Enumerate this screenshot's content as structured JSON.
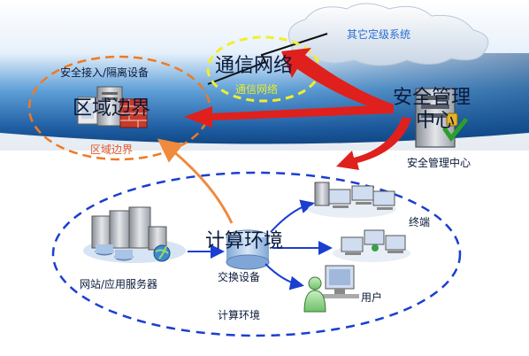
{
  "labels": {
    "other_systems": "其它定级系统",
    "comm_network_big": "通信网络",
    "comm_network_small": "通信网络",
    "security_center_big_line1": "安全管理",
    "security_center_big_line2": "中心",
    "security_center_small": "安全管理中心",
    "access_device": "安全接入/隔离设备",
    "zone_border_big": "区域边界",
    "zone_border_small": "区域边界",
    "compute_env_big": "计算环境",
    "compute_env_small": "计算环境",
    "switch_device": "交换设备",
    "web_app_servers": "网站/应用服务器",
    "terminals": "终端",
    "users": "用户"
  },
  "colors": {
    "sky_top": "#0b3f7a",
    "sky_mid": "#5fa0d8",
    "red_arrow": "#e0201c",
    "orange_arrow": "#f08a3c",
    "blue_dash": "#1a3fd0",
    "yellow_dash": "#f2ef2a",
    "orange_dash": "#f07a20"
  },
  "icons": [
    "cloud-icon",
    "firewall-server-icon",
    "security-center-server-icon",
    "server-cluster-icon",
    "switch-icon",
    "terminal-group-icon",
    "user-workstation-icon"
  ]
}
